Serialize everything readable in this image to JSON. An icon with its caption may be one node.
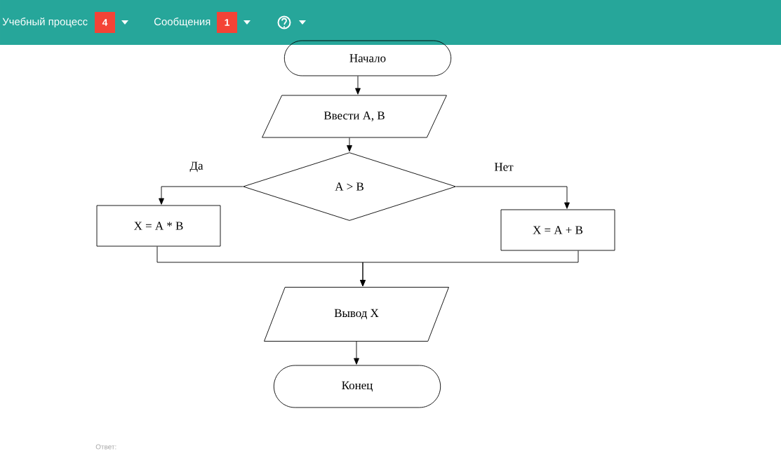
{
  "diagram": {
    "nodes": [
      {
        "text": [
          "Начало"
        ]
      },
      {
        "text": [
          "Ввести A, B"
        ]
      },
      {
        "text": [
          "A > B"
        ]
      },
      {
        "text": [
          "X = A * B"
        ]
      },
      {
        "text": [
          "X = A + B"
        ]
      },
      {
        "text": [
          "Вывод X"
        ]
      },
      {
        "text": [
          "Конец"
        ]
      }
    ],
    "edges": [
      {
        "from": 0,
        "to": 1,
        "arrow": "to"
      },
      {
        "from": 1,
        "to": 2,
        "arrow": "to"
      },
      {
        "from": 2,
        "to": 3,
        "arrow": "to",
        "label": "Да"
      },
      {
        "from": 2,
        "to": 4,
        "arrow": "to",
        "label": "Нет"
      },
      {
        "from": 3,
        "to": 5,
        "arrow": "to"
      },
      {
        "from": 4,
        "to": 5,
        "arrow": "to"
      },
      {
        "from": 5,
        "to": 6,
        "arrow": "to"
      }
    ],
    "labels": [
      "Учебный процесс",
      "4",
      "Сообщения",
      "1",
      "Ответ:"
    ]
  }
}
